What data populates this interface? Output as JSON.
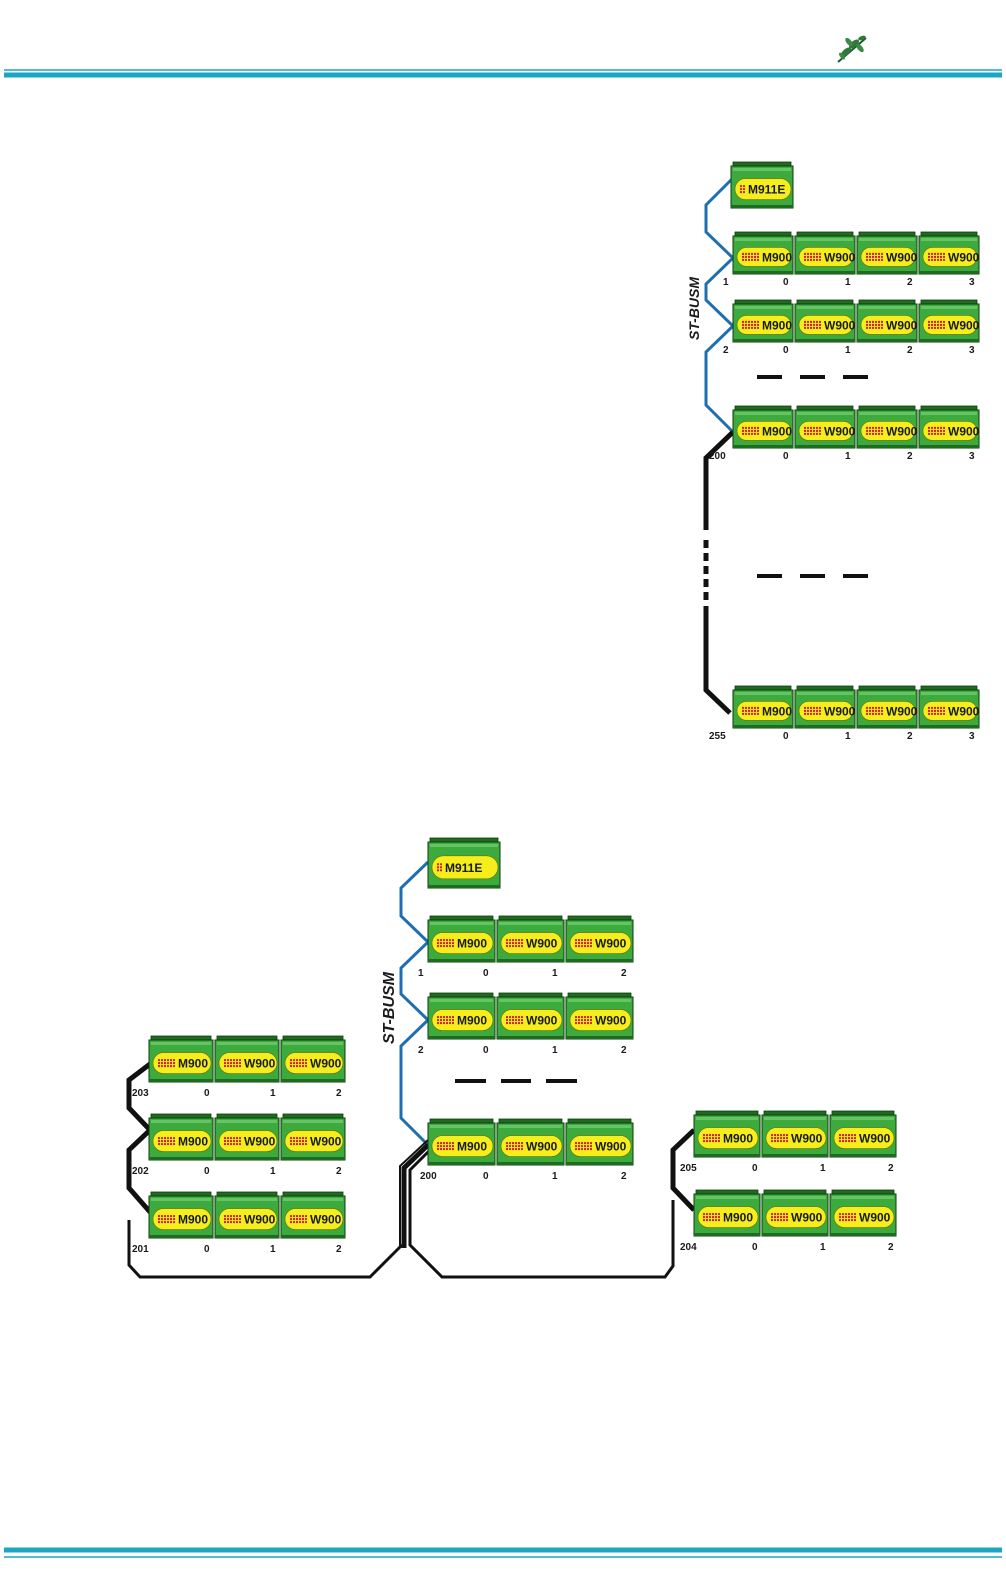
{
  "header": {
    "logo_icon": "leaf-logo-icon",
    "rule_color": "#1ba6c4"
  },
  "footer": {
    "rule_color": "#1ba6c4"
  },
  "colors": {
    "module_green": "#3daa3d",
    "module_dark": "#1f6b1f",
    "label_yellow": "#f5ee1c",
    "led_red": "#d42020",
    "bus_blue": "#1f6fb0",
    "cable_black": "#111111"
  },
  "diagram_top": {
    "bus_label": "ST-BUSM",
    "master": {
      "label": "M911E"
    },
    "rows": [
      {
        "address": "1",
        "modules": [
          "M900",
          "W900",
          "W900",
          "W900"
        ],
        "sub_numbers": [
          "0",
          "1",
          "2",
          "3"
        ]
      },
      {
        "address": "2",
        "modules": [
          "M900",
          "W900",
          "W900",
          "W900"
        ],
        "sub_numbers": [
          "0",
          "1",
          "2",
          "3"
        ]
      },
      {
        "address": "200",
        "modules": [
          "M900",
          "W900",
          "W900",
          "W900"
        ],
        "sub_numbers": [
          "0",
          "1",
          "2",
          "3"
        ]
      },
      {
        "address": "255",
        "modules": [
          "M900",
          "W900",
          "W900",
          "W900"
        ],
        "sub_numbers": [
          "0",
          "1",
          "2",
          "3"
        ]
      }
    ]
  },
  "diagram_bottom": {
    "bus_label": "ST-BUSM",
    "master": {
      "label": "M911E"
    },
    "center_rows": [
      {
        "address": "1",
        "modules": [
          "M900",
          "W900",
          "W900"
        ],
        "sub_numbers": [
          "0",
          "1",
          "2"
        ]
      },
      {
        "address": "2",
        "modules": [
          "M900",
          "W900",
          "W900"
        ],
        "sub_numbers": [
          "0",
          "1",
          "2"
        ]
      },
      {
        "address": "200",
        "modules": [
          "M900",
          "W900",
          "W900"
        ],
        "sub_numbers": [
          "0",
          "1",
          "2"
        ]
      }
    ],
    "left_rows": [
      {
        "address": "203",
        "modules": [
          "M900",
          "W900",
          "W900"
        ],
        "sub_numbers": [
          "0",
          "1",
          "2"
        ]
      },
      {
        "address": "202",
        "modules": [
          "M900",
          "W900",
          "W900"
        ],
        "sub_numbers": [
          "0",
          "1",
          "2"
        ]
      },
      {
        "address": "201",
        "modules": [
          "M900",
          "W900",
          "W900"
        ],
        "sub_numbers": [
          "0",
          "1",
          "2"
        ]
      }
    ],
    "right_rows": [
      {
        "address": "205",
        "modules": [
          "M900",
          "W900",
          "W900"
        ],
        "sub_numbers": [
          "0",
          "1",
          "2"
        ]
      },
      {
        "address": "204",
        "modules": [
          "M900",
          "W900",
          "W900"
        ],
        "sub_numbers": [
          "0",
          "1",
          "2"
        ]
      }
    ]
  }
}
